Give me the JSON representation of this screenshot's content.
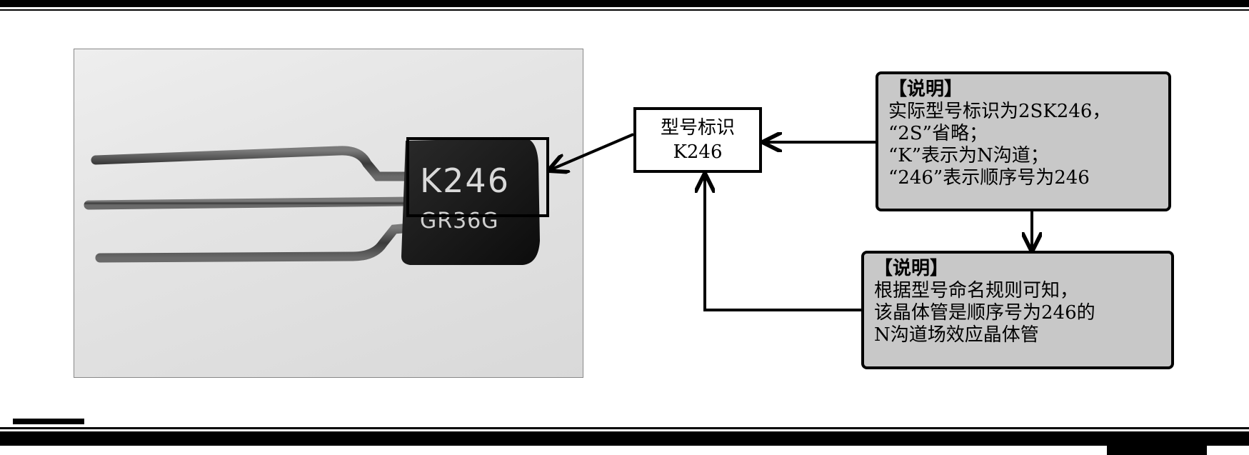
{
  "model_label": {
    "line1": "型号标识",
    "line2": "K246"
  },
  "note1": {
    "title": "【说明】",
    "lines": [
      "实际型号标识为2SK246，",
      "“2S”省略；",
      "“K”表示为N沟道；",
      "“246”表示顺序号为246"
    ]
  },
  "note2": {
    "title": "【说明】",
    "lines": [
      "根据型号命名规则可知，",
      "该晶体管是顺序号为246的",
      "N沟道场效应晶体管"
    ]
  },
  "component_marking": {
    "line1": "K246",
    "line2": "GR36G"
  },
  "colors": {
    "note_fill": "#c8c8c8",
    "line": "#000000"
  }
}
